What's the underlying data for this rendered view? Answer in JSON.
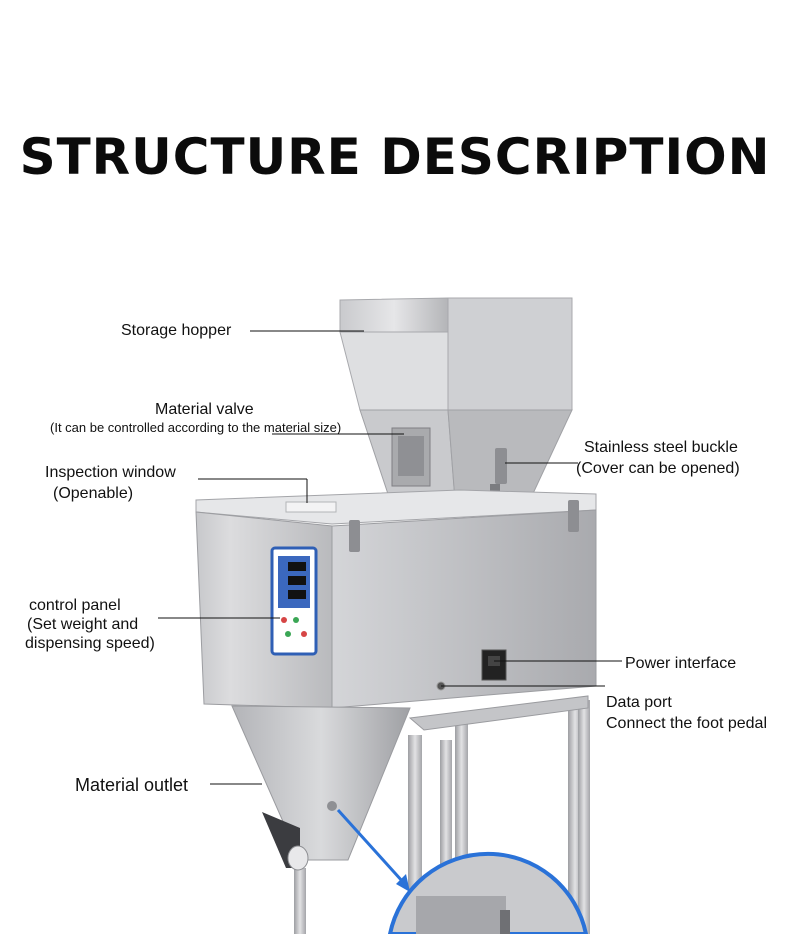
{
  "title": "STRUCTURE DESCRIPTION",
  "labels": {
    "storage_hopper": "Storage hopper",
    "material_valve": "Material valve",
    "material_valve_note": "(It can be controlled according to the material size)",
    "inspection_window": "Inspection window",
    "inspection_window_note": "(Openable)",
    "stainless_buckle": "Stainless steel buckle",
    "stainless_buckle_note": "(Cover can be opened)",
    "control_panel": "control panel",
    "control_panel_note_1": "(Set weight and",
    "control_panel_note_2": "dispensing speed)",
    "power_interface": "Power interface",
    "data_port": "Data port",
    "data_port_note": "Connect the foot pedal",
    "material_outlet": "Material outlet"
  },
  "colors": {
    "steel_light": "#d9d9db",
    "steel_mid": "#b8b9bc",
    "steel_dark": "#8e8f93",
    "panel_blue": "#2f5fb5",
    "arrow_blue": "#2a72d8",
    "leader_line": "#111111"
  }
}
